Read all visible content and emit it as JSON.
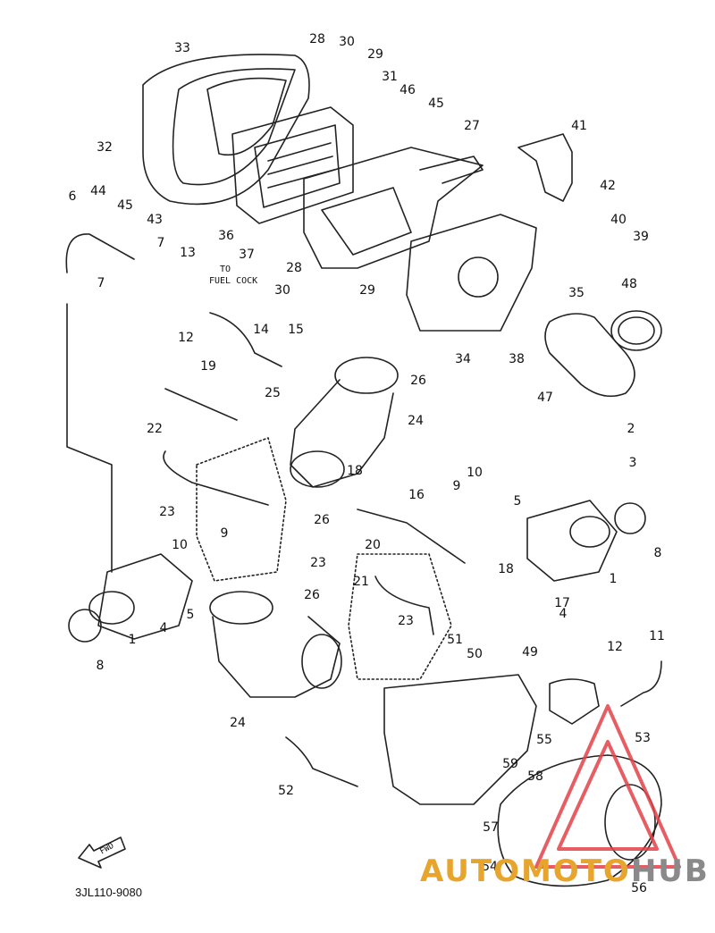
{
  "diagram_code": "3JL110-9080",
  "fwd_label": "FWD",
  "note_to": "TO",
  "note_fuel_cock": "FUEL COCK",
  "watermark": {
    "part1": "AUTOMOTO",
    "part2": "HUB"
  },
  "callouts": [
    "1",
    "2",
    "3",
    "4",
    "5",
    "6",
    "7",
    "8",
    "9",
    "10",
    "11",
    "12",
    "13",
    "14",
    "15",
    "16",
    "17",
    "18",
    "19",
    "20",
    "21",
    "22",
    "23",
    "24",
    "25",
    "26",
    "27",
    "28",
    "29",
    "30",
    "31",
    "32",
    "33",
    "34",
    "35",
    "36",
    "37",
    "38",
    "39",
    "40",
    "41",
    "42",
    "43",
    "44",
    "45",
    "46",
    "47",
    "48",
    "49",
    "50",
    "51",
    "52",
    "53",
    "54",
    "55",
    "56",
    "57",
    "58",
    "59"
  ]
}
